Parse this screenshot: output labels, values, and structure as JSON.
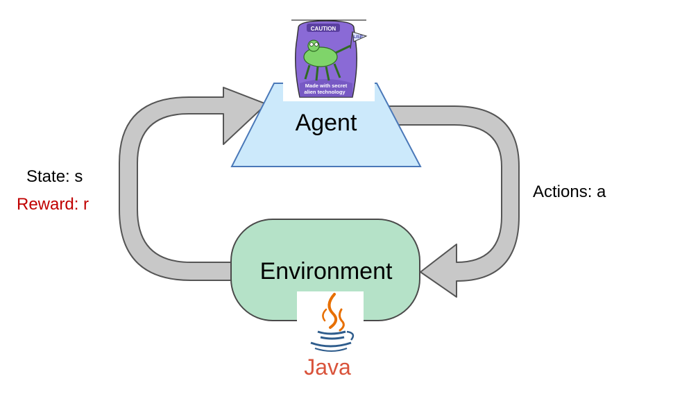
{
  "nodes": {
    "agent": {
      "label": "Agent",
      "fill": "#cce9fb",
      "stroke": "#4a78b8"
    },
    "environment": {
      "label": "Environment",
      "fill": "#b5e2c8",
      "stroke": "#4a4a4a"
    }
  },
  "edges": {
    "state_label": "State: s",
    "reward_label": "Reward: r",
    "actions_label": "Actions: a",
    "arrow_fill": "#c8c8c8",
    "arrow_stroke": "#555555"
  },
  "logos": {
    "agent_can": {
      "caution_text": "CAUTION",
      "flag_text": "LISP",
      "tagline_line1": "Made with secret",
      "tagline_line2": "alien technology"
    },
    "environment_java": {
      "wordmark": "Java",
      "wordmark_color": "#d9533b",
      "steam_color": "#e76f00",
      "cup_color": "#2e5c8c"
    }
  },
  "colors": {
    "reward_text": "#c00000",
    "text": "#000000"
  }
}
